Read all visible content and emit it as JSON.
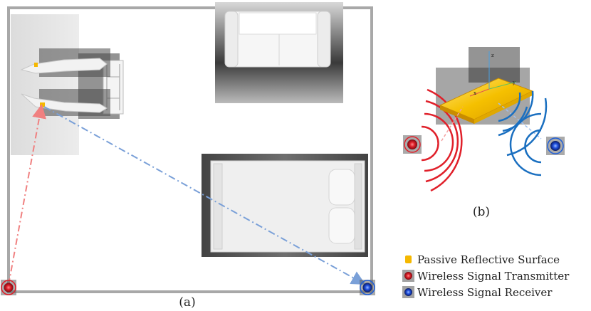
{
  "panel_a": {
    "caption": "(a)",
    "objects": [
      "desk-with-arms",
      "chair",
      "sofa",
      "bed"
    ]
  },
  "panel_b": {
    "caption": "(b)",
    "axis_labels": [
      "z",
      "x",
      "y"
    ]
  },
  "legend": {
    "items": [
      {
        "label": "Passive Reflective Surface",
        "icon": "reflective-surface-icon",
        "color": "#f5b800"
      },
      {
        "label": "Wireless Signal Transmitter",
        "icon": "transmitter-icon",
        "color": "#e0202a"
      },
      {
        "label": "Wireless Signal Receiver",
        "icon": "receiver-icon",
        "color": "#2050e0"
      }
    ]
  },
  "colors": {
    "transmitter": "#e0202a",
    "receiver": "#2060d8",
    "reflector": "#f5b800",
    "tx_path": "#f08080",
    "rx_path": "#7aa0d8",
    "room_wall": "#a8a8a8"
  }
}
